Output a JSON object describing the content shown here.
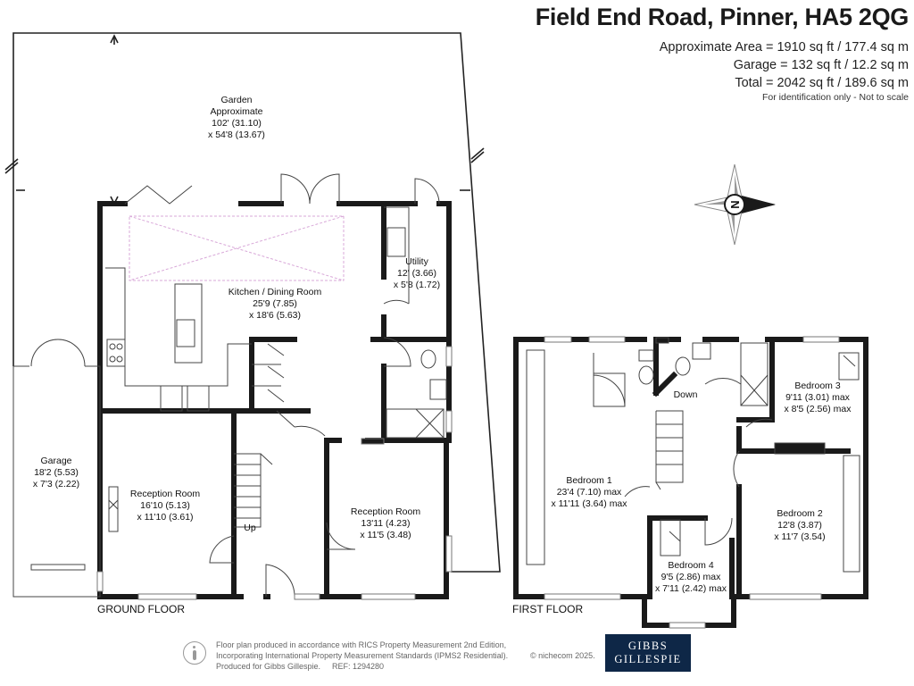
{
  "header": {
    "title": "Field End Road, Pinner, HA5 2QG",
    "area_main": "Approximate Area = 1910 sq ft / 177.4 sq m",
    "area_garage": "Garage = 132 sq ft / 12.2 sq m",
    "area_total": "Total = 2042 sq ft / 189.6 sq m",
    "note": "For identification only - Not to scale"
  },
  "compass": {
    "letter": "N",
    "icon": "compass-icon"
  },
  "floors": {
    "ground": "GROUND FLOOR",
    "first": "FIRST FLOOR"
  },
  "rooms": {
    "garden": {
      "l1": "Garden",
      "l2": "Approximate",
      "l3": "102' (31.10)",
      "l4": "x 54'8 (13.67)"
    },
    "garage": {
      "name": "Garage",
      "d1": "18'2 (5.53)",
      "d2": "x 7'3 (2.22)"
    },
    "kitchen": {
      "name": "Kitchen / Dining Room",
      "d1": "25'9 (7.85)",
      "d2": "x 18'6 (5.63)"
    },
    "utility": {
      "name": "Utility",
      "d1": "12' (3.66)",
      "d2": "x 5'8 (1.72)"
    },
    "reception1": {
      "name": "Reception Room",
      "d1": "16'10 (5.13)",
      "d2": "x 11'10 (3.61)"
    },
    "reception2": {
      "name": "Reception Room",
      "d1": "13'11 (4.23)",
      "d2": "x 11'5 (3.48)"
    },
    "bedroom1": {
      "name": "Bedroom 1",
      "d1": "23'4 (7.10) max",
      "d2": "x 11'11 (3.64) max"
    },
    "bedroom2": {
      "name": "Bedroom 2",
      "d1": "12'8 (3.87)",
      "d2": "x 11'7 (3.54)"
    },
    "bedroom3": {
      "name": "Bedroom 3",
      "d1": "9'11 (3.01) max",
      "d2": "x 8'5 (2.56) max"
    },
    "bedroom4": {
      "name": "Bedroom 4",
      "d1": "9'5 (2.86) max",
      "d2": "x 7'11 (2.42) max"
    }
  },
  "stairs": {
    "up": "Up",
    "down": "Down"
  },
  "footer": {
    "line1": "Floor plan produced in accordance with RICS Property Measurement 2nd Edition,",
    "line2": "Incorporating International Property Measurement Standards (IPMS2 Residential).",
    "credit": "© nichecom 2025.",
    "line3": "Produced for Gibbs Gillespie.",
    "ref": "REF:  1294280",
    "brand1": "GIBBS",
    "brand2": "GILLESPIE"
  },
  "colors": {
    "wall": "#1a1a1a",
    "brand": "#0e2747",
    "skylight": "#d9a9d9"
  }
}
